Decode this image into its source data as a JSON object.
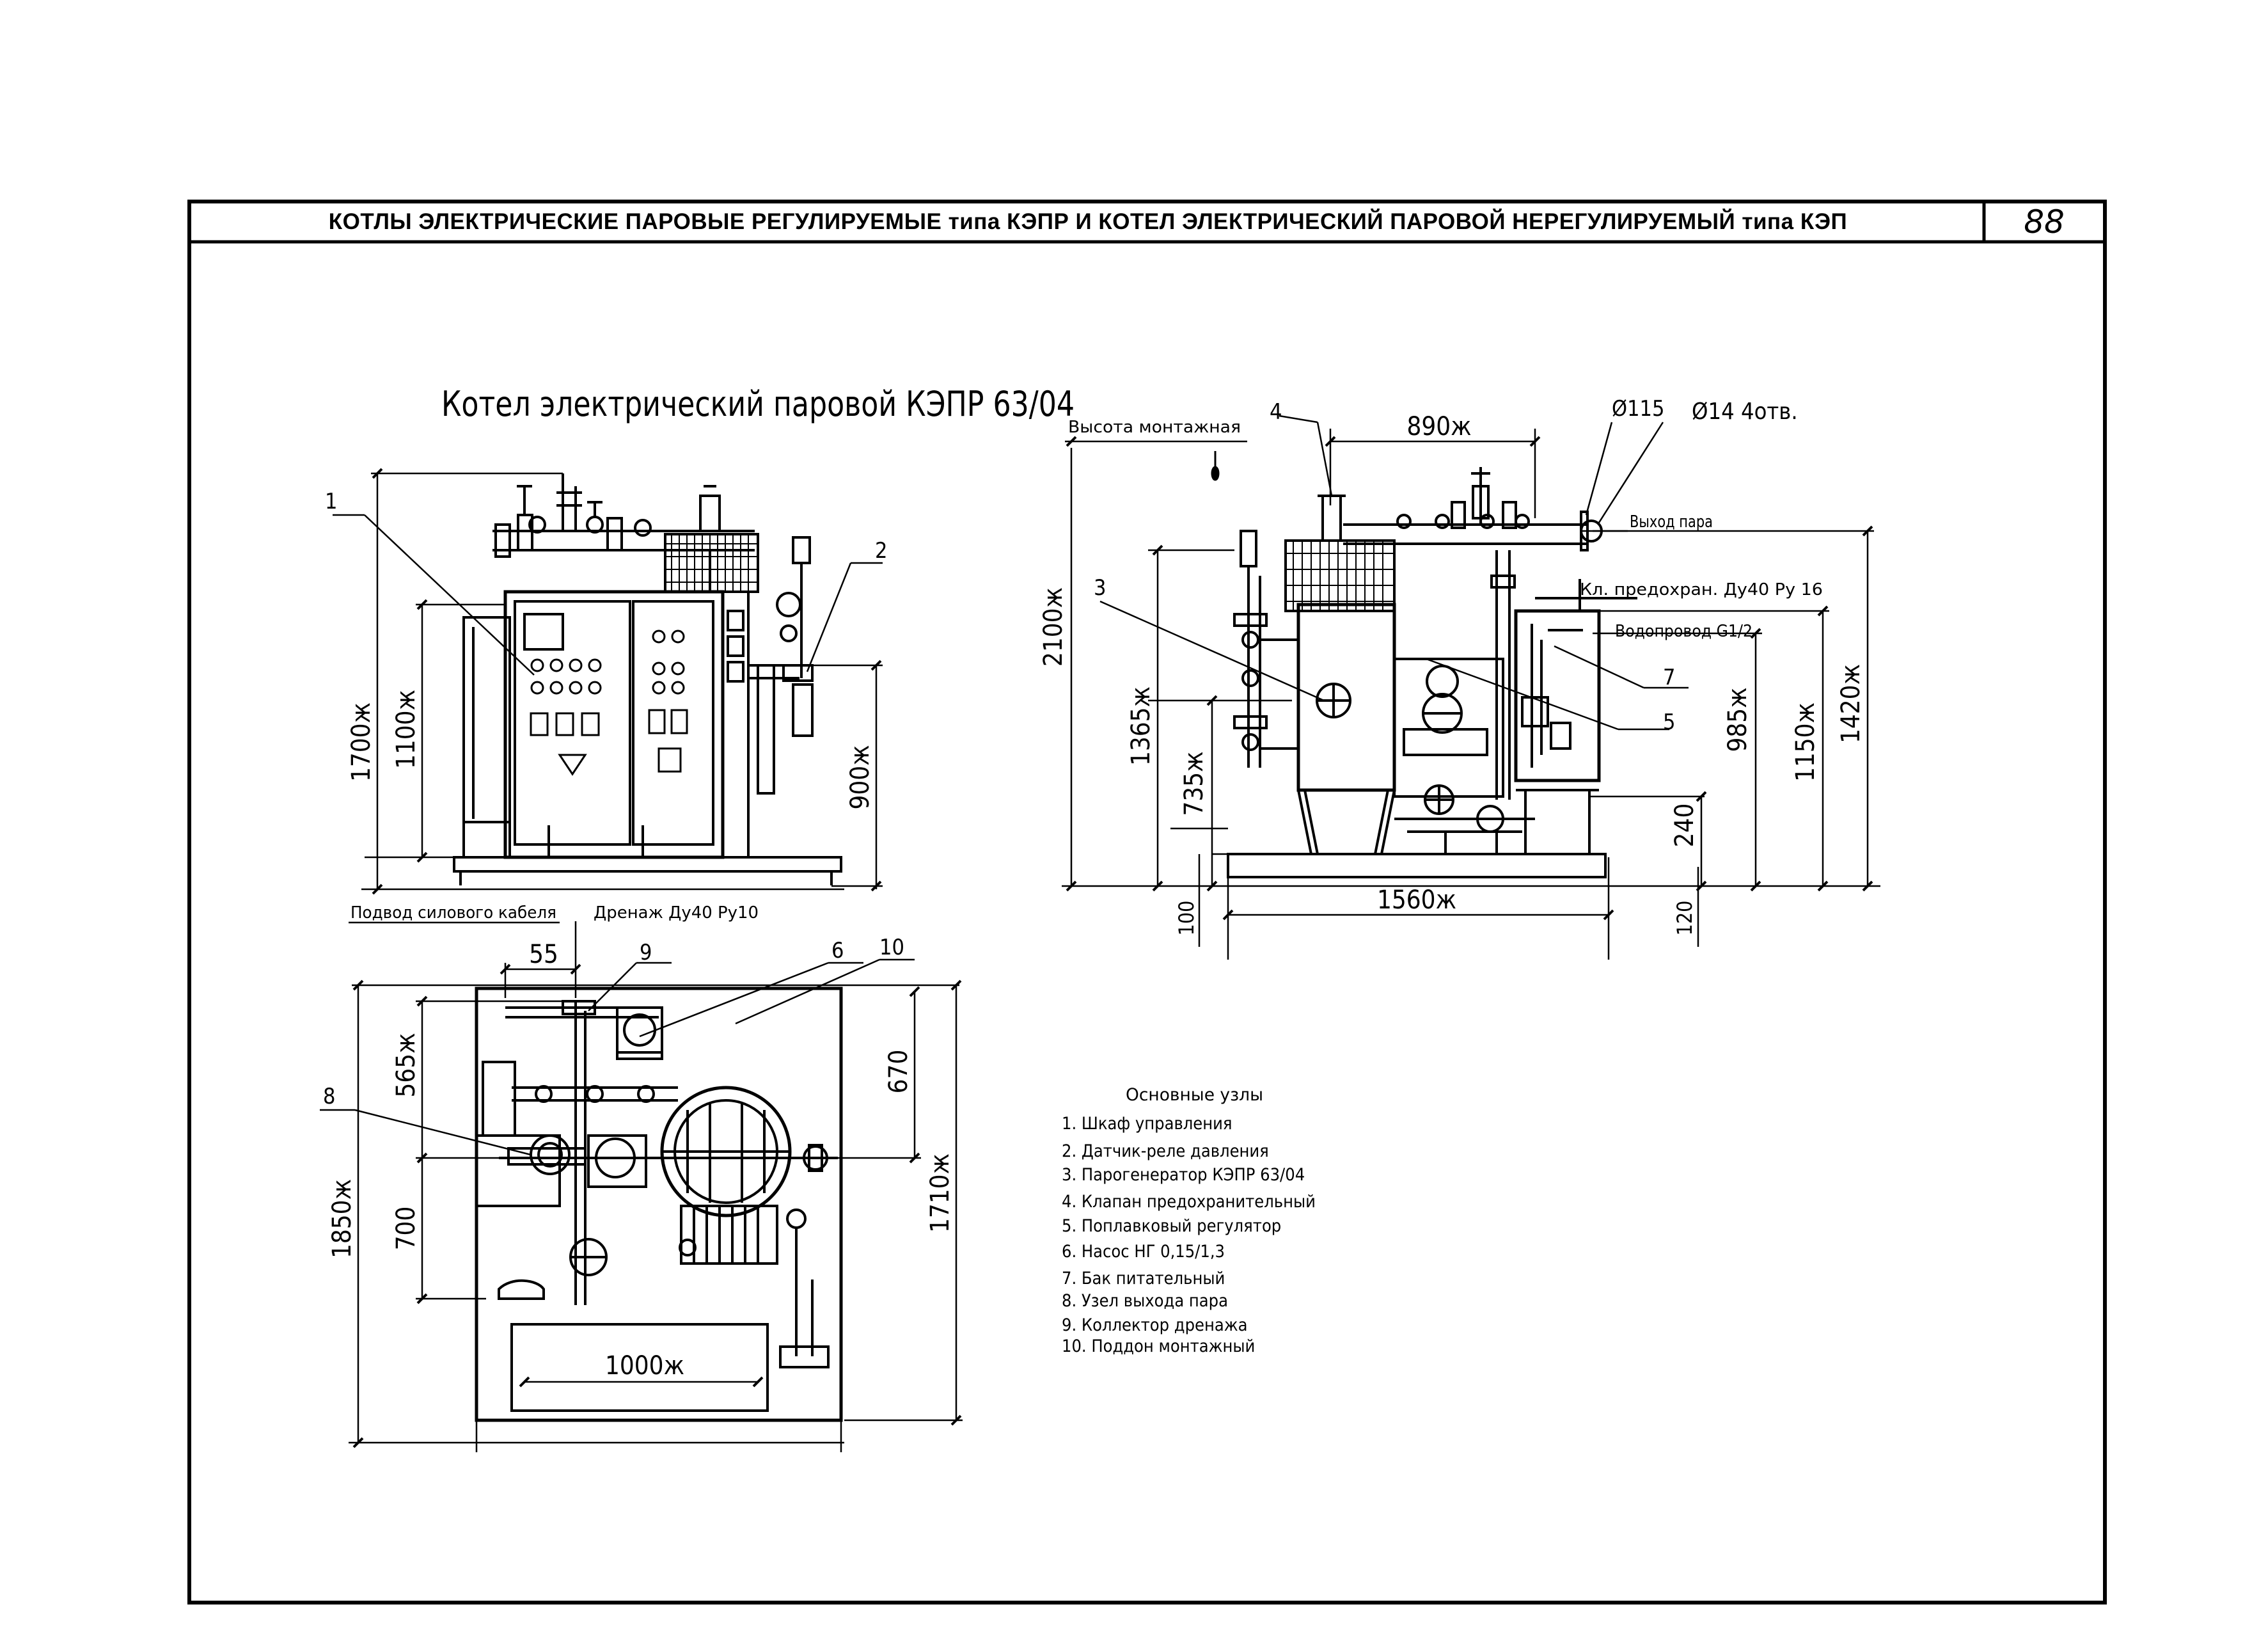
{
  "header": {
    "title": "КОТЛЫ ЭЛЕКТРИЧЕСКИЕ ПАРОВЫЕ РЕГУЛИРУЕМЫЕ типа КЭПР И КОТЕЛ ЭЛЕКТРИЧЕСКИЙ ПАРОВОЙ НЕРЕГУЛИРУЕМЫЙ типа КЭП",
    "page_number": "88"
  },
  "drawing": {
    "heading": "Котел электрический паровой КЭПР 63/04",
    "front_view": {
      "callouts": [
        "1",
        "2"
      ],
      "dims": [
        "1700ж",
        "1100ж",
        "900ж"
      ],
      "notes": {
        "cable": "Подвод силового кабеля",
        "drain": "Дренаж Ду40 Ру10"
      }
    },
    "side_view": {
      "callouts": [
        "4",
        "3",
        "5",
        "7"
      ],
      "dims": [
        "890ж",
        "2100ж",
        "1365ж",
        "735ж",
        "985ж",
        "1150ж",
        "1420ж",
        "240",
        "100",
        "1560ж",
        "120"
      ],
      "notes": {
        "mount_height": "Высота монтажная",
        "flange_dia": "Ø115",
        "holes": "Ø14  4отв.",
        "steam_out": "Выход пара",
        "safety_valve": "Кл. предохран. Ду40  Ру 16",
        "water": "Водопровод G1/2"
      }
    },
    "plan_view": {
      "callouts": [
        "9",
        "6",
        "10",
        "8"
      ],
      "dims": [
        "55",
        "565ж",
        "670",
        "700",
        "1850ж",
        "1710ж",
        "1000ж"
      ]
    },
    "legend": {
      "title": "Основные узлы",
      "items": [
        "1. Шкаф управления",
        "2. Датчик-реле давления",
        "3. Парогенератор КЭПР 63/04",
        "4. Клапан предохранительный",
        "5. Поплавковый регулятор",
        "6. Насос НГ 0,15/1,3",
        "7. Бак питательный",
        "8. Узел выхода пара",
        "9. Коллектор дренажа",
        "10. Поддон монтажный"
      ]
    }
  }
}
